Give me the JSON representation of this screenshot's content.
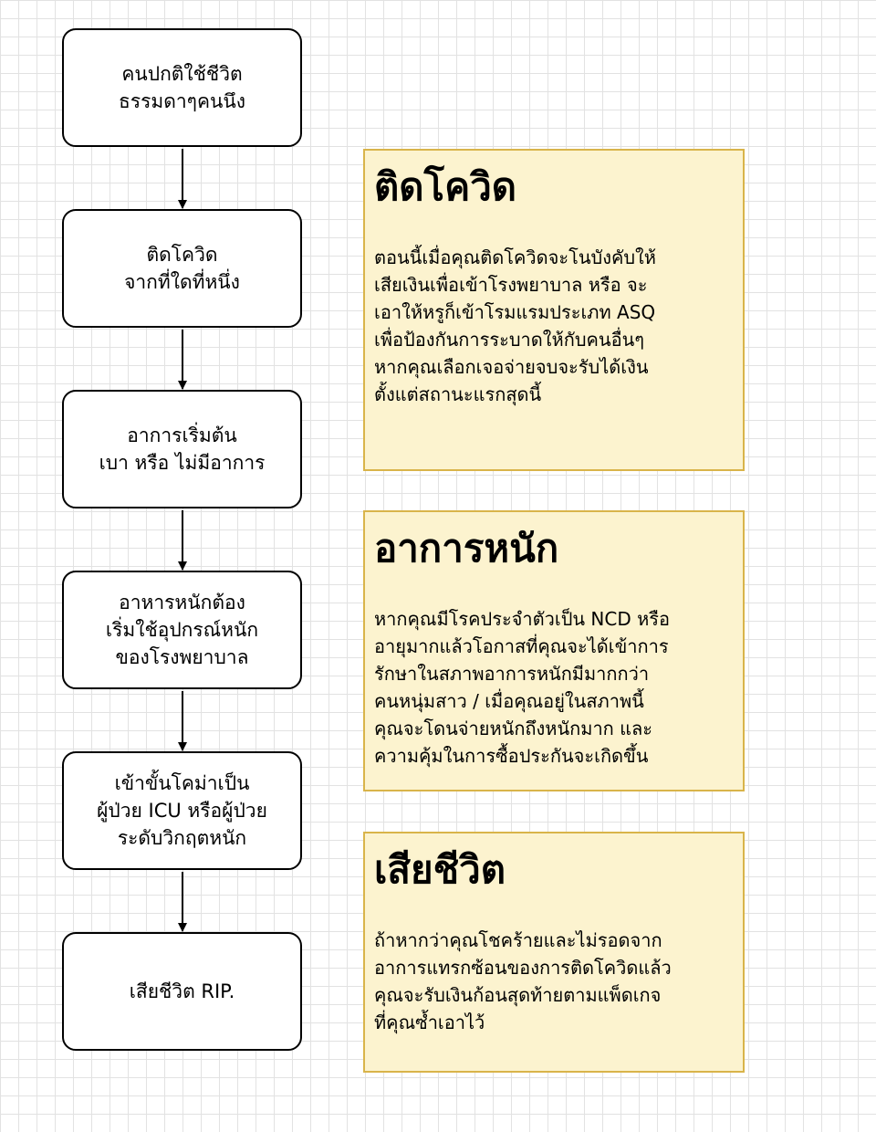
{
  "flow_steps": [
    {
      "label": "คนปกติใช้ชีวิต\nธรรมดาๆคนนึง"
    },
    {
      "label": "ติดโควิด\nจากที่ใดที่หนึ่ง"
    },
    {
      "label": "อาการเริ่มต้น\nเบา หรือ ไม่มีอาการ"
    },
    {
      "label": "อาหารหนักต้อง\nเริ่มใช้อุปกรณ์หนัก\nของโรงพยาบาล"
    },
    {
      "label": "เข้าขั้นโคม่าเป็น\nผู้ป่วย ICU หรือผู้ป่วย\nระดับวิกฤตหนัก"
    },
    {
      "label": "เสียชีวิต RIP."
    }
  ],
  "cards": [
    {
      "title": "ติดโควิด",
      "body": "ตอนนี้เมื่อคุณติดโควิดจะโนบังคับให้\nเสียเงินเพื่อเข้าโรงพยาบาล หรือ จะ\nเอาให้หรูก็เข้าโรมแรมประเภท ASQ\nเพื่อป้องกันการระบาดให้กับคนอื่นๆ\nหากคุณเลือกเจอจ่ายจบจะรับได้เงิน\nตั้งแต่สถานะแรกสุดนี้"
    },
    {
      "title": "อาการหนัก",
      "body": "หากคุณมีโรคประจำตัวเป็น NCD หรือ\nอายุมากแล้วโอกาสที่คุณจะได้เข้าการ\nรักษาในสภาพอาการหนักมีมากกว่า\nคนหนุ่มสาว / เมื่อคุณอยู่ในสภาพนี้\nคุณจะโดนจ่ายหนักถึงหนักมาก และ\nความคุ้มในการซื้อประกันจะเกิดขึ้น"
    },
    {
      "title": "เสียชีวิต",
      "body": "ถ้าหากว่าคุณโชคร้ายและไม่รอดจาก\nอาการแทรกซ้อนของการติดโควิดแล้ว\nคุณจะรับเงินก้อนสุดท้ายตามแพ็ดเกจ\nที่คุณซ้ำเอาไว้"
    }
  ],
  "colors": {
    "card_fill": "#fcf3cf",
    "card_border": "#d9b44a",
    "step_border": "#000000",
    "arrow": "#000000",
    "grid": "#e2e2e2"
  }
}
